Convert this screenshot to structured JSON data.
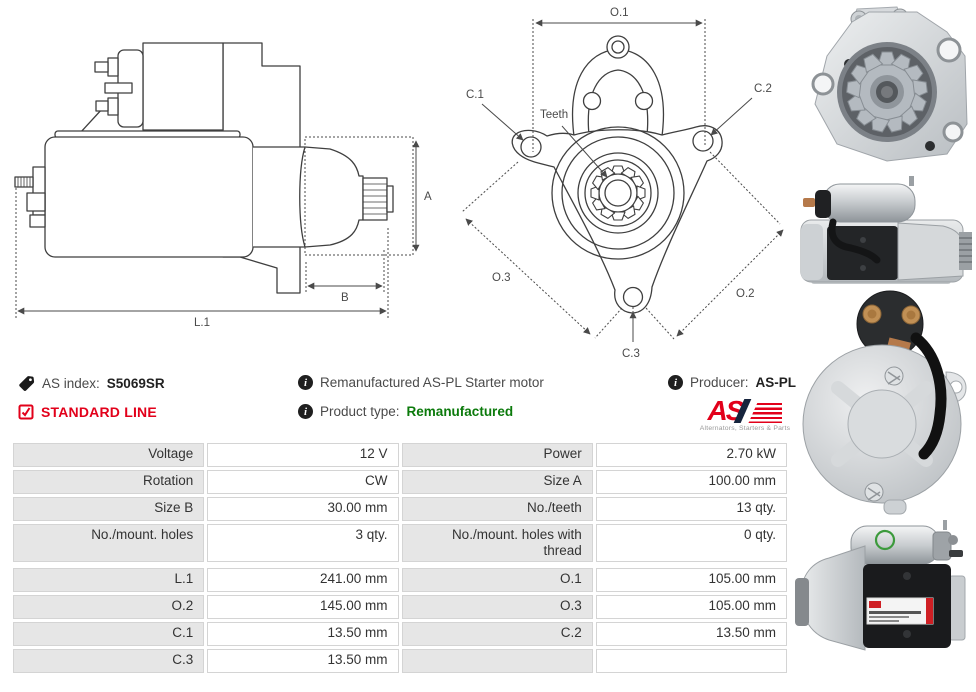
{
  "product_info": {
    "as_index_label": "AS index:",
    "as_index_value": "S5069SR",
    "product_line": "STANDARD LINE",
    "description": "Remanufactured AS-PL Starter motor",
    "product_type_label": "Product type:",
    "product_type_value": "Remanufactured",
    "producer_label": "Producer:",
    "producer_value": "AS-PL"
  },
  "brand": {
    "logo_text": "AS",
    "logo_tagline": "Alternators, Starters & Parts"
  },
  "drawings": {
    "side_view": {
      "dim_a": "A",
      "dim_b": "B",
      "dim_l1": "L.1"
    },
    "front_view": {
      "dim_o1": "O.1",
      "dim_o2": "O.2",
      "dim_o3": "O.3",
      "dim_c1": "C.1",
      "dim_c2": "C.2",
      "dim_c3": "C.3",
      "teeth_label": "Teeth"
    }
  },
  "spec_table": {
    "rows_top": [
      [
        "Voltage",
        "12 V",
        "Power",
        "2.70 kW"
      ],
      [
        "Rotation",
        "CW",
        "Size A",
        "100.00 mm"
      ],
      [
        "Size B",
        "30.00 mm",
        "No./teeth",
        "13 qty."
      ],
      [
        "No./mount. holes",
        "3 qty.",
        "No./mount. holes with thread",
        "0 qty."
      ]
    ],
    "rows_bottom": [
      [
        "L.1",
        "241.00 mm",
        "O.1",
        "105.00 mm"
      ],
      [
        "O.2",
        "145.00 mm",
        "O.3",
        "105.00 mm"
      ],
      [
        "C.1",
        "13.50 mm",
        "C.2",
        "13.50 mm"
      ],
      [
        "C.3",
        "13.50 mm",
        "",
        ""
      ]
    ]
  },
  "colors": {
    "accent_red": "#e2001a",
    "type_green": "#0b7a0b",
    "table_label_bg": "#e6e6e6",
    "table_border": "#d4d4d4",
    "drawing_line": "#3f3f3f",
    "logo_navy": "#16243d"
  }
}
